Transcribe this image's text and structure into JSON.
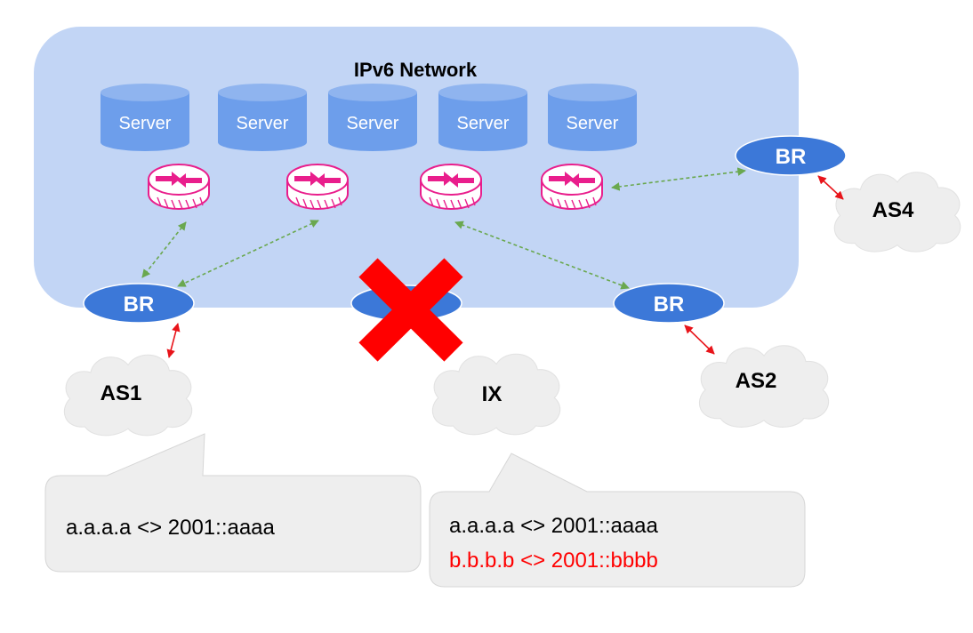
{
  "network": {
    "title": "IPv6 Network"
  },
  "servers": [
    "Server",
    "Server",
    "Server",
    "Server",
    "Server"
  ],
  "border_routers": {
    "label": "BR"
  },
  "clouds": {
    "as1": "AS1",
    "as2": "AS2",
    "as4": "AS4",
    "ix": "IX"
  },
  "callout_as1": {
    "line1": "a.a.a.a <> 2001::aaaa"
  },
  "callout_ix": {
    "line1": "a.a.a.a <> 2001::aaaa",
    "line2": "b.b.b.b <> 2001::bbbb"
  },
  "colors": {
    "network_bg": "#c2d5f5",
    "server": "#6d9eeb",
    "br": "#3c78d8",
    "router": "#e91e8c",
    "link_green": "#6aa84f",
    "link_red": "#e8141a",
    "cross": "#ff0000",
    "cloud": "#eeeeee",
    "callout": "#eeeeee",
    "highlight_text": "#ff0000"
  }
}
